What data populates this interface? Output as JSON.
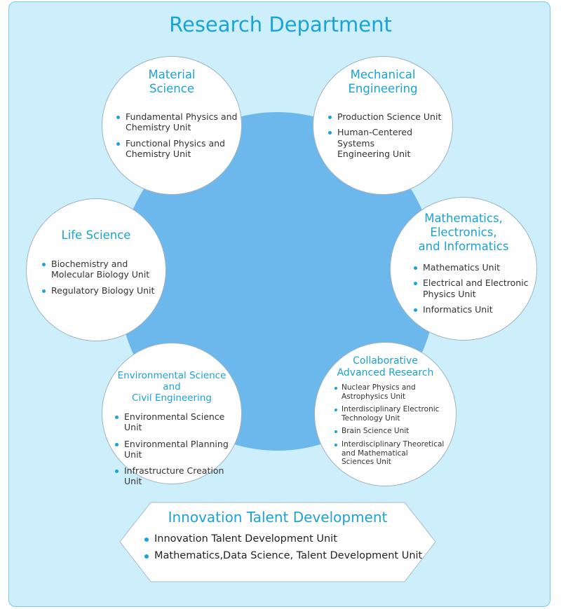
{
  "title": "Research Department",
  "colors": {
    "accent": "#1aa3d6",
    "background": "#cdeefb",
    "hub": "#6cb8ec",
    "text": "#333333"
  },
  "circles": {
    "material": {
      "title": "Material\nScience",
      "items": [
        "Fundamental Physics and\nChemistry Unit",
        "Functional Physics and\nChemistry Unit"
      ]
    },
    "mechanical": {
      "title": "Mechanical\nEngineering",
      "items": [
        "Production Science Unit",
        "Human-Centered Systems\nEngineering Unit"
      ]
    },
    "life": {
      "title": "Life Science",
      "items": [
        "Biochemistry and\nMolecular Biology Unit",
        "Regulatory Biology  Unit"
      ]
    },
    "math": {
      "title": "Mathematics,\nElectronics,\nand Informatics",
      "items": [
        "Mathematics Unit",
        "Electrical and Electronic\nPhysics Unit",
        "Informatics Unit"
      ]
    },
    "environmental": {
      "title": "Environmental Science\nand\nCivil Engineering",
      "items": [
        "Environmental Science Unit",
        "Environmental Planning Unit",
        "Infrastructure Creation Unit"
      ]
    },
    "collaborative": {
      "title": "Collaborative\nAdvanced Research",
      "items": [
        "Nuclear Physics and\nAstrophysics Unit",
        "Interdisciplinary Electronic\nTechnology Unit",
        "Brain Science Unit",
        "Interdisciplinary Theoretical\nand Mathematical\nSciences Unit"
      ]
    }
  },
  "innovation": {
    "title": "Innovation Talent Development",
    "items": [
      "Innovation Talent Development Unit",
      "Mathematics,Data Science, Talent Development Unit"
    ]
  }
}
